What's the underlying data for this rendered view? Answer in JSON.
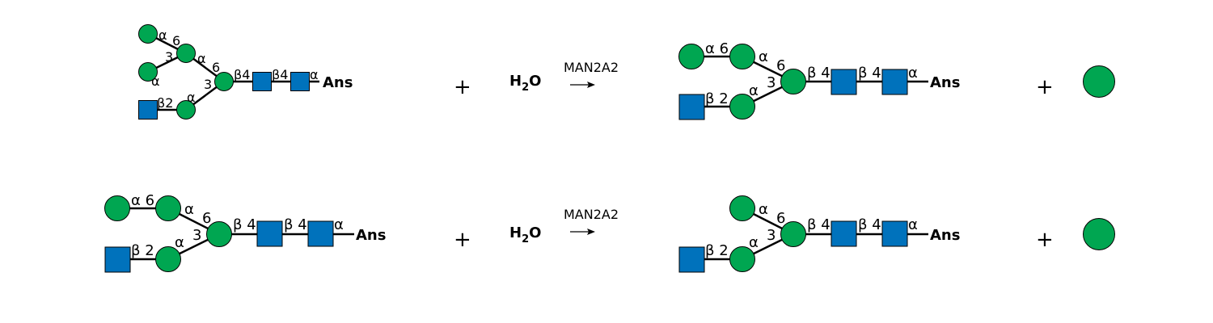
{
  "colors": {
    "mannose": "#00a651",
    "glcnac": "#0072bc"
  },
  "icons": {
    "mannose": "green-circle-mannose-icon",
    "glcnac": "blue-square-glcnac-icon",
    "arrow": "reaction-arrow-icon"
  },
  "reactions": [
    {
      "reactant_aglycone": "Ans",
      "plus1": "+",
      "water": {
        "main": "H",
        "sub": "2",
        "tail": "O"
      },
      "enzyme": "MAN2A2",
      "product_aglycone": "Ans",
      "plus2": "+"
    },
    {
      "reactant_aglycone": "Ans",
      "plus1": "+",
      "water": {
        "main": "H",
        "sub": "2",
        "tail": "O"
      },
      "enzyme": "MAN2A2",
      "product_aglycone": "Ans",
      "plus2": "+"
    }
  ],
  "linkages": {
    "r1_reactant": [
      "α",
      "6",
      "α",
      "3",
      "α",
      "6",
      "β2",
      "α",
      "3",
      "β4",
      "β4",
      "α"
    ],
    "r1_product": [
      "α 6",
      "α",
      "6",
      "β 2",
      "α",
      "3",
      "β 4",
      "β 4",
      "α"
    ],
    "r2_reactant": [
      "α 6",
      "α",
      "6",
      "β 2",
      "α",
      "3",
      "β 4",
      "β 4",
      "α"
    ],
    "r2_product": [
      "α",
      "6",
      "β 2",
      "α",
      "3",
      "β 4",
      "β 4",
      "α"
    ]
  }
}
